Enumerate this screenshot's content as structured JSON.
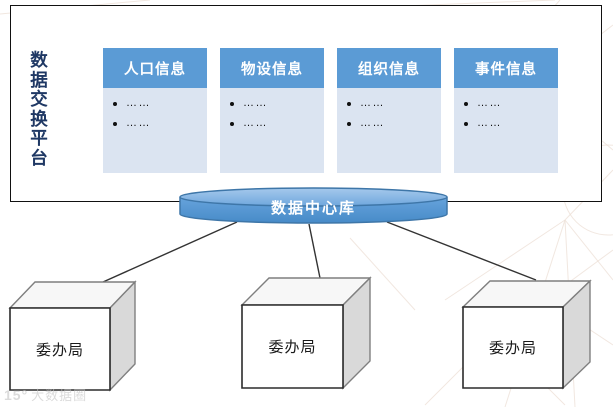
{
  "platform": {
    "title": "数据交换平台",
    "cards": [
      {
        "title": "人口信息",
        "bullets": [
          "……",
          "……"
        ]
      },
      {
        "title": "物设信息",
        "bullets": [
          "……",
          "……"
        ]
      },
      {
        "title": "组织信息",
        "bullets": [
          "……",
          "……"
        ]
      },
      {
        "title": "事件信息",
        "bullets": [
          "……",
          "……"
        ]
      }
    ]
  },
  "database": {
    "label": "数据中心库"
  },
  "bureaus": [
    {
      "label": "委办局"
    },
    {
      "label": "委办局"
    },
    {
      "label": "委办局"
    }
  ],
  "watermark": {
    "logo": "15°",
    "text": "大数据圈"
  },
  "colors": {
    "card_header_blue": "#5B9BD5",
    "card_body_blue": "#DBE4F1",
    "platform_title_navy": "#1F3864",
    "cylinder_blue": "#4E94D3",
    "cylinder_top_blue": "#7AAEDF",
    "cylinder_border": "#3E76A8",
    "cube_front": "#FFFFFF",
    "cube_top": "#F7F7F7",
    "cube_side_gray": "#D9D9D9",
    "connector_line": "#333333",
    "box_border": "#111111"
  }
}
